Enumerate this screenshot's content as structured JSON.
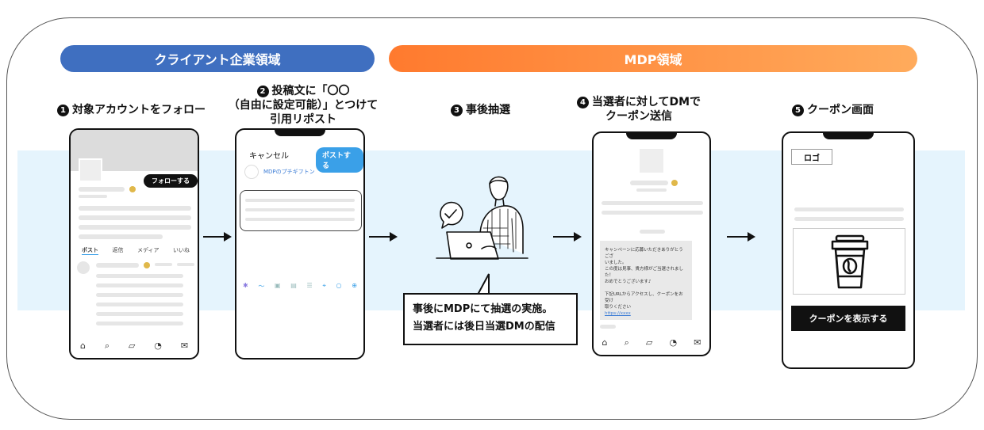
{
  "headers": {
    "client": "クライアント企業領域",
    "mdp": "MDP領域"
  },
  "steps": [
    {
      "num": "1",
      "lines": [
        "対象アカウントをフォロー"
      ]
    },
    {
      "num": "2",
      "lines": [
        "投稿文に「〇〇",
        "（自由に設定可能）」とつけて",
        "引用リポスト"
      ]
    },
    {
      "num": "3",
      "lines": [
        "事後抽選"
      ]
    },
    {
      "num": "4",
      "lines": [
        "当選者に対してDMで",
        "クーポン送信"
      ]
    },
    {
      "num": "5",
      "lines": [
        "クーポン画面"
      ]
    }
  ],
  "phone1": {
    "follow_button": "フォローする",
    "tabs": [
      "ポスト",
      "返信",
      "メディア",
      "いいね"
    ]
  },
  "phone2": {
    "cancel": "キャンセル",
    "post_button": "ポストする",
    "account": "MDPのプチギフトン"
  },
  "phone4": {
    "dm_lines": [
      "キャンペーンに応募いただきありがとうござ",
      "いました。",
      "この度は見事、貴方様がご当選されました！",
      "おめでとうございます♪",
      "",
      "下記URLからアクセスし、クーポンをお受け",
      "取りください"
    ],
    "dm_link": "https://xxxx"
  },
  "phone5": {
    "logo": "ロゴ",
    "coupon_button": "クーポンを表示する"
  },
  "callout": {
    "line1": "事後にMDPにて抽選の実施。",
    "line2": "当選者には後日当選DMの配信"
  },
  "colors": {
    "client_header": "#3f6fc0",
    "mdp_header_start": "#ff7a2e",
    "mdp_header_end": "#ffab5c",
    "band": "#e5f4fd",
    "post_button": "#3aa0e8"
  }
}
